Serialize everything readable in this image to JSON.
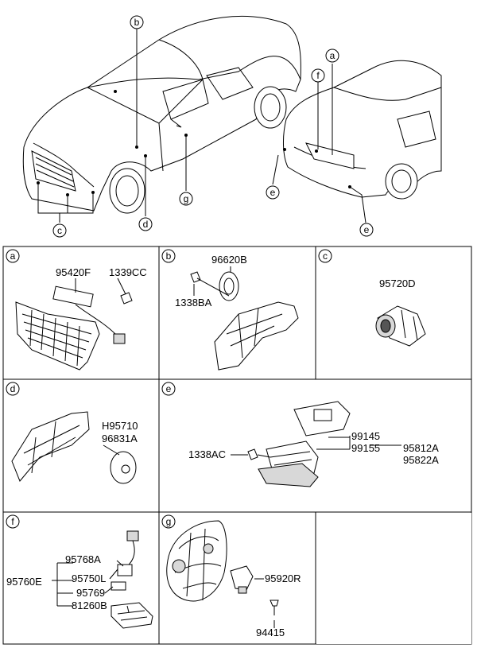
{
  "overview": {
    "callouts_front": [
      "b",
      "d",
      "g",
      "c"
    ],
    "callouts_rear": [
      "a",
      "f",
      "e",
      "e"
    ]
  },
  "panels": {
    "a": {
      "letter": "a",
      "parts": [
        "95420F",
        "1339CC"
      ]
    },
    "b": {
      "letter": "b",
      "parts": [
        "96620B",
        "1338BA"
      ]
    },
    "c": {
      "letter": "c",
      "parts": [
        "95720D"
      ]
    },
    "d": {
      "letter": "d",
      "parts": [
        "H95710",
        "96831A"
      ]
    },
    "e": {
      "letter": "e",
      "parts": [
        "1338AC",
        "99145",
        "99155",
        "95812A",
        "95822A"
      ]
    },
    "f": {
      "letter": "f",
      "group": "95760E",
      "parts": [
        "95768A",
        "95750L",
        "95769",
        "81260B"
      ]
    },
    "g": {
      "letter": "g",
      "parts": [
        "95920R",
        "94415"
      ]
    }
  }
}
